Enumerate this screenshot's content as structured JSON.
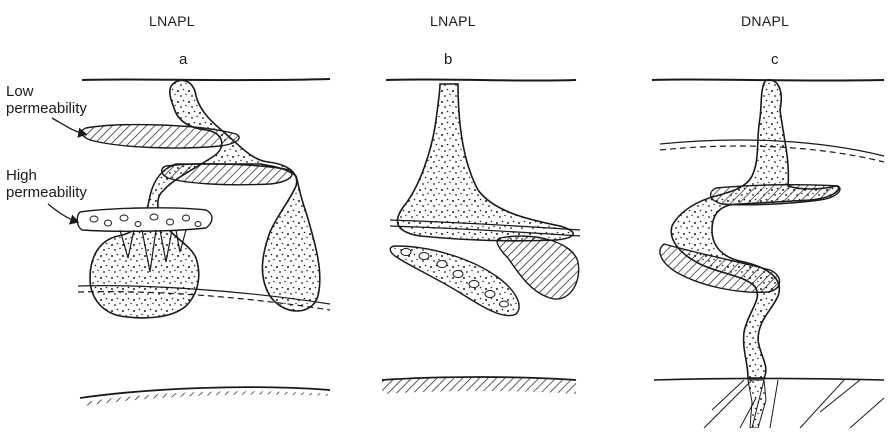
{
  "panels": [
    {
      "id": "a",
      "title": "LNAPL",
      "sublabel": "a"
    },
    {
      "id": "b",
      "title": "LNAPL",
      "sublabel": "b"
    },
    {
      "id": "c",
      "title": "DNAPL",
      "sublabel": "c"
    }
  ],
  "annotations": {
    "low_permeability": [
      "Low",
      "permeability"
    ],
    "high_permeability": [
      "High",
      "permeability"
    ]
  },
  "colors": {
    "ink": "#1a1a1a",
    "background": "#ffffff"
  }
}
